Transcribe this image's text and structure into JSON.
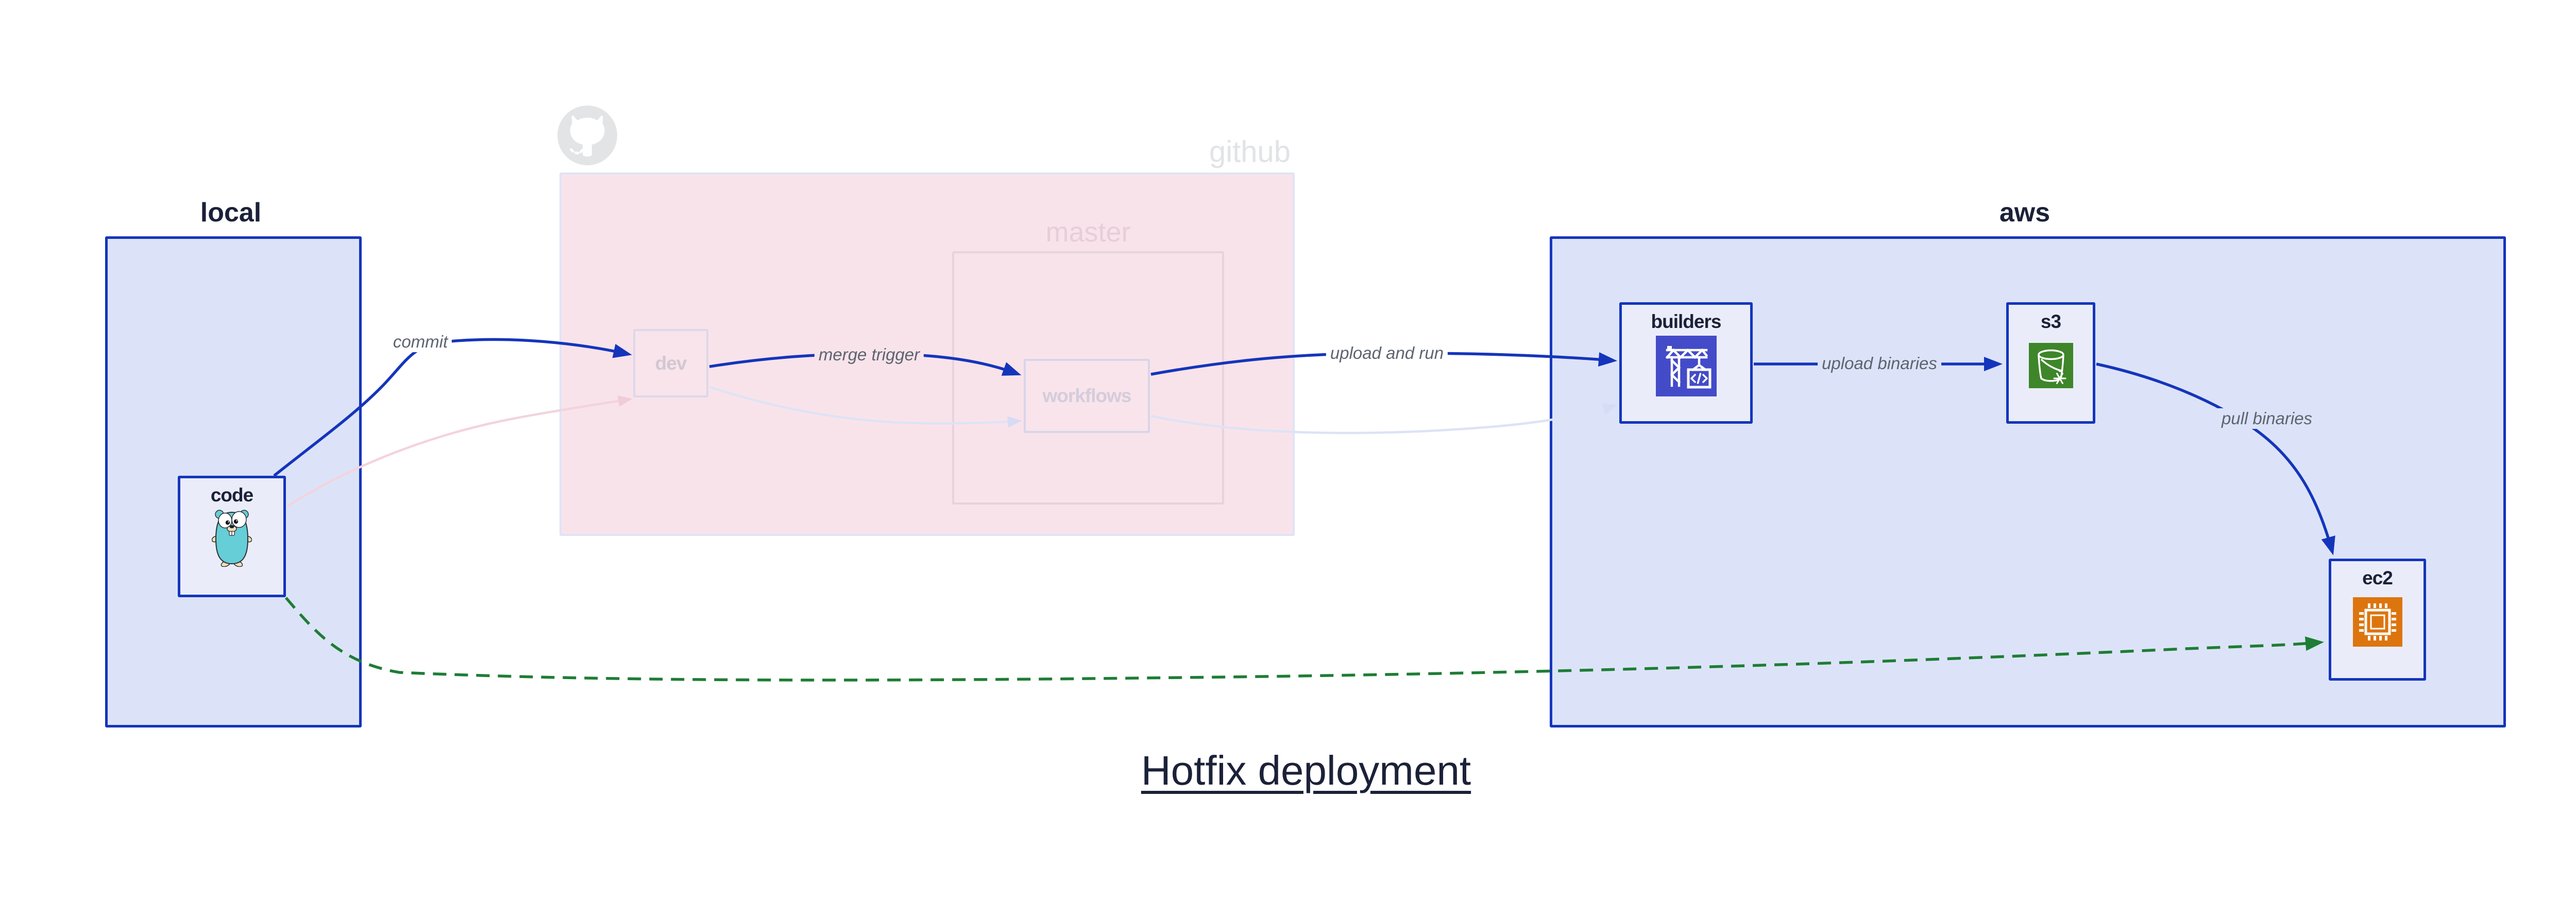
{
  "title": "Hotfix deployment",
  "groups": {
    "local": "local",
    "github": "github",
    "master": "master",
    "aws": "aws"
  },
  "nodes": {
    "code": "code",
    "dev": "dev",
    "workflows": "workflows",
    "builders": "builders",
    "s3": "s3",
    "ec2": "ec2"
  },
  "edges": {
    "commit": "commit",
    "merge_trigger": "merge trigger",
    "upload_and_run": "upload and run",
    "upload_binaries": "upload binaries",
    "pull_binaries": "pull binaries"
  },
  "icons": {
    "code": "gopher-icon",
    "github": "octocat-icon",
    "builders": "crane-codebuild-icon",
    "s3": "bucket-snowflake-icon",
    "ec2": "cpu-chip-icon"
  },
  "colors": {
    "active_edge_blue": "#1435bb",
    "faded_edge_pink": "#f3d3de",
    "faded_edge_lavender": "#dde3f6",
    "hotfix_green": "#1e7d35",
    "group_fill_blue": "#dce3f8",
    "group_fill_pink": "#f9e3ea",
    "node_fill": "#eaedf9",
    "navy_text": "#1b2138",
    "edge_label_gray": "#5d6470",
    "faded_label_gray": "#e2e3e6",
    "builders_icon_bg": "#434bc8",
    "s3_icon_bg": "#3e8629",
    "ec2_icon_bg": "#dd750f"
  }
}
